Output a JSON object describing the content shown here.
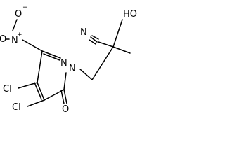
{
  "molecule": {
    "atoms": {
      "n_plus": "N",
      "n_plus_charge": "+",
      "o_minus": "O",
      "o_minus_charge": "−",
      "o_double": "O",
      "ring_n_top": "N",
      "ring_n_bottom": "N",
      "cl_top": "Cl",
      "cl_bottom": "Cl",
      "o_keto": "O",
      "nitrile_n": "N",
      "hydroxyl": "HO"
    },
    "colors": {
      "ink": "#000000",
      "background": "#ffffff"
    }
  }
}
